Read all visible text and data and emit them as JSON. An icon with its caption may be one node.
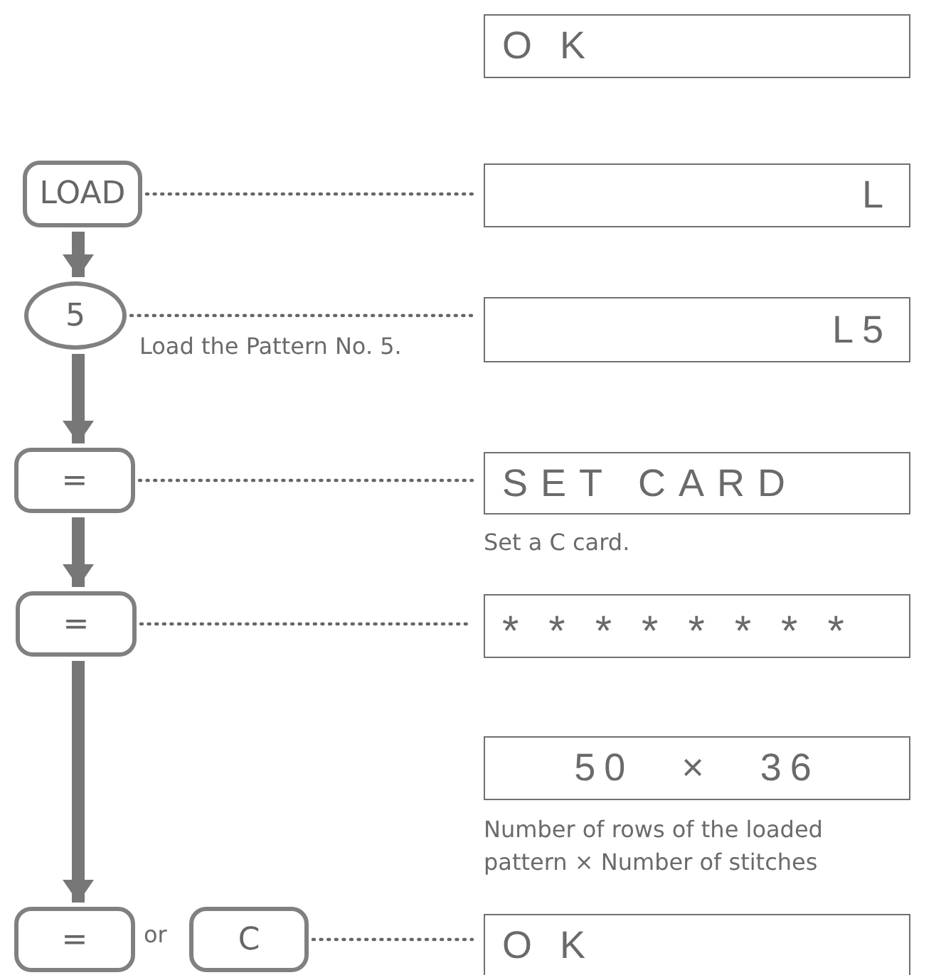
{
  "diagram": {
    "nodes": [
      {
        "text": [
          "O K"
        ]
      },
      {
        "text": [
          "LOAD"
        ]
      },
      {
        "text": [
          "L"
        ]
      },
      {
        "text": [
          "5"
        ],
        "beside": [
          "Load the Pattern No. 5."
        ]
      },
      {
        "text": [
          "L5"
        ]
      },
      {
        "text": [
          "="
        ]
      },
      {
        "text": [
          "SET CARD"
        ],
        "beside": [
          "Set a C card."
        ]
      },
      {
        "text": [
          "="
        ]
      },
      {
        "text": [
          "********"
        ]
      },
      {
        "text": [
          "50 × 36"
        ],
        "beside": [
          "Number of rows of the loaded pattern × Number of stitches"
        ]
      },
      {
        "text": [
          "="
        ]
      },
      {
        "text": [
          "C"
        ]
      },
      {
        "text": [
          "O K"
        ]
      }
    ],
    "edges": [
      {
        "from": 1,
        "to": 2,
        "arrow": "none",
        "style": "dashed"
      },
      {
        "from": 1,
        "to": 3,
        "arrow": "to",
        "style": "thick"
      },
      {
        "from": 3,
        "to": 4,
        "arrow": "none",
        "style": "dashed"
      },
      {
        "from": 3,
        "to": 5,
        "arrow": "to",
        "style": "thick"
      },
      {
        "from": 5,
        "to": 6,
        "arrow": "none",
        "style": "dashed"
      },
      {
        "from": 5,
        "to": 7,
        "arrow": "to",
        "style": "thick"
      },
      {
        "from": 7,
        "to": 8,
        "arrow": "none",
        "style": "dashed"
      },
      {
        "from": 7,
        "to": 10,
        "arrow": "to",
        "style": "thick"
      },
      {
        "from": 11,
        "to": 12,
        "arrow": "none",
        "style": "dashed"
      }
    ],
    "labels": [
      "or"
    ]
  }
}
